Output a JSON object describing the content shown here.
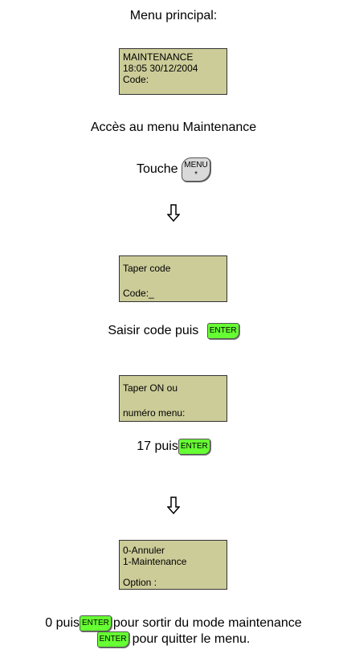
{
  "title": "Menu principal:",
  "screen1": {
    "line1": "MAINTENANCE",
    "line2": "18:05 30/12/2004",
    "line3": "Code:"
  },
  "access_text": "Accès au menu Maintenance",
  "touche_label": "Touche",
  "menu_key": {
    "top": "MENU",
    "bottom": "*"
  },
  "arrow_icon": "down-arrow-icon",
  "screen2": {
    "line1": "Taper code",
    "line2": "",
    "line3": "Code:_"
  },
  "saisir_text": "Saisir code puis",
  "enter_label": "ENTER",
  "screen3": {
    "line1": "Taper ON ou",
    "line2": "",
    "line3": "numéro menu:"
  },
  "step17_text": "17 puis",
  "screen4": {
    "line1": "0-Annuler",
    "line2": "1-Maintenance",
    "line3": "",
    "line4": "Option  :"
  },
  "footer": {
    "line1_prefix": "0 puis",
    "line1_suffix": "pour sortir du mode maintenance",
    "line2_suffix": "pour quitter le menu."
  }
}
